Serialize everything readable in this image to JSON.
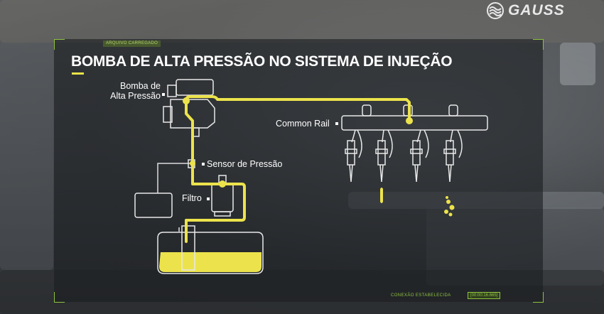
{
  "brand": {
    "name": "GAUSS",
    "logo_icon": "gauss-wave-icon"
  },
  "overlay": {
    "tag": "ARQUIVO CARREGADO",
    "title": "BOMBA DE ALTA PRESSÃO NO SISTEMA DE INJEÇÃO",
    "status": "CONEXÃO ESTABELECIDA",
    "timer": "[00:00:16.665]"
  },
  "diagram": {
    "labels": {
      "pump_line1": "Bomba de",
      "pump_line2": "Alta Pressão",
      "pressure_sensor": "Sensor de Pressão",
      "filter": "Filtro",
      "common_rail": "Common Rail"
    }
  },
  "colors": {
    "fuel": "#ece34c",
    "outline": "#e8e8e8",
    "accent": "#8fc23f"
  }
}
